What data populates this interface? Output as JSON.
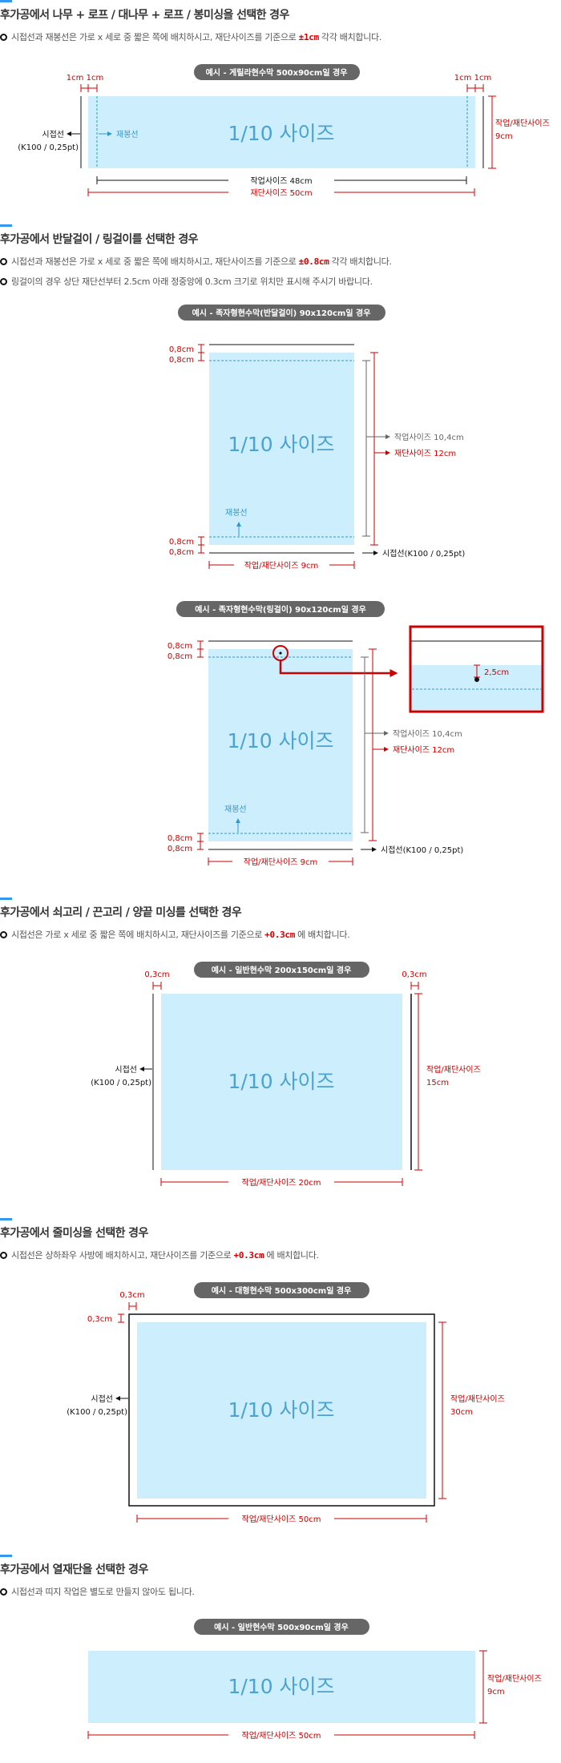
{
  "sections": [
    {
      "title": "후가공에서 나무 + 로프 / 대나무 + 로프 / 봉미싱을 선택한 경우",
      "bullets": [
        {
          "pre": "시접선과 재봉선은 가로 x 세로 중 짧은 쪽에 배치하시고, 재단사이즈를 기준으로",
          "em": "±1cm",
          "post": "각각 배치합니다."
        }
      ],
      "example": "예시 - 게릴라현수막 500x90cm일 경우",
      "margin_left": "1cm 1cm",
      "margin_right": "1cm 1cm",
      "seam_label": "시접선",
      "seam_spec": "(K100 / 0,25pt)",
      "sewing_label": "재봉선",
      "size_label": "1/10 사이즈",
      "side_label": "작업/재단사이즈",
      "side_value": "9cm",
      "work_dim": "작업사이즈 48cm",
      "cut_dim": "재단사이즈 50cm"
    },
    {
      "title": "후가공에서 반달걸이 / 링걸이를 선택한 경우",
      "bullets": [
        {
          "pre": "시접선과 재봉선은 가로 x 세로 중 짧은 쪽에 배치하시고, 재단사이즈를 기준으로",
          "em": "±0.8cm",
          "post": "각각 배치합니다."
        },
        {
          "pre": "링걸이의 경우 상단 재단선부터 2.5cm 아래 정중앙에 0.3cm 크기로 위치만 표시해 주시기 바랍니다.",
          "em": "",
          "post": ""
        }
      ],
      "example": "예시 - 족자형현수막(반달걸이) 90x120cm일 경우",
      "margin": "0,8cm",
      "sewing_label": "재봉선",
      "size_label": "1/10 사이즈",
      "work_dim": "작업사이즈 10,4cm",
      "cut_dim": "재단사이즈 12cm",
      "seam_label": "시접선(K100 / 0,25pt)",
      "bottom_dim": "작업/재단사이즈 9cm"
    },
    {
      "example": "예시 - 족자형현수막(링걸이) 90x120cm일 경우",
      "margin": "0,8cm",
      "sewing_label": "재봉선",
      "size_label": "1/10 사이즈",
      "ring_offset": "2,5cm",
      "work_dim": "작업사이즈 10,4cm",
      "cut_dim": "재단사이즈 12cm",
      "seam_label": "시접선(K100 / 0,25pt)",
      "bottom_dim": "작업/재단사이즈 9cm"
    },
    {
      "title": "후가공에서 쇠고리 / 끈고리 / 양끝 미싱를 선택한 경우",
      "bullets": [
        {
          "pre": "시접선은 가로 x 세로 중 짧은 쪽에 배치하시고, 재단사이즈를 기준으로",
          "em": "+0.3cm",
          "post": "에 배치합니다."
        }
      ],
      "example": "예시 - 일반현수막 200x150cm일 경우",
      "margin": "0,3cm",
      "seam_label": "시접선",
      "seam_spec": "(K100 / 0,25pt)",
      "size_label": "1/10 사이즈",
      "side_label": "작업/재단사이즈",
      "side_value": "15cm",
      "bottom_dim": "작업/재단사이즈 20cm"
    },
    {
      "title": "후가공에서 줄미싱을 선택한 경우",
      "bullets": [
        {
          "pre": "시접선은 상하좌우 사방에 배치하시고, 재단사이즈를 기준으로",
          "em": "+0.3cm",
          "post": "에 배치합니다."
        }
      ],
      "example": "예시 - 대형현수막 500x300cm일 경우",
      "margin": "0,3cm",
      "seam_label": "시접선",
      "seam_spec": "(K100 / 0,25pt)",
      "size_label": "1/10 사이즈",
      "side_label": "작업/재단사이즈",
      "side_value": "30cm",
      "bottom_dim": "작업/재단사이즈 50cm"
    },
    {
      "title": "후가공에서 열재단을 선택한 경우",
      "bullets": [
        {
          "pre": "시접선과 띠지 작업은 별도로 만들지 않아도 됩니다.",
          "em": "",
          "post": ""
        }
      ],
      "example": "예시 - 일반현수막 500x90cm일 경우",
      "size_label": "1/10 사이즈",
      "side_label": "작업/재단사이즈",
      "side_value": "9cm",
      "bottom_dim": "작업/재단사이즈 50cm"
    }
  ],
  "colors": {
    "accent": "#3399ee",
    "red": "#cc0000",
    "fill": "#cdeefc",
    "sewing": "#3399cc"
  }
}
